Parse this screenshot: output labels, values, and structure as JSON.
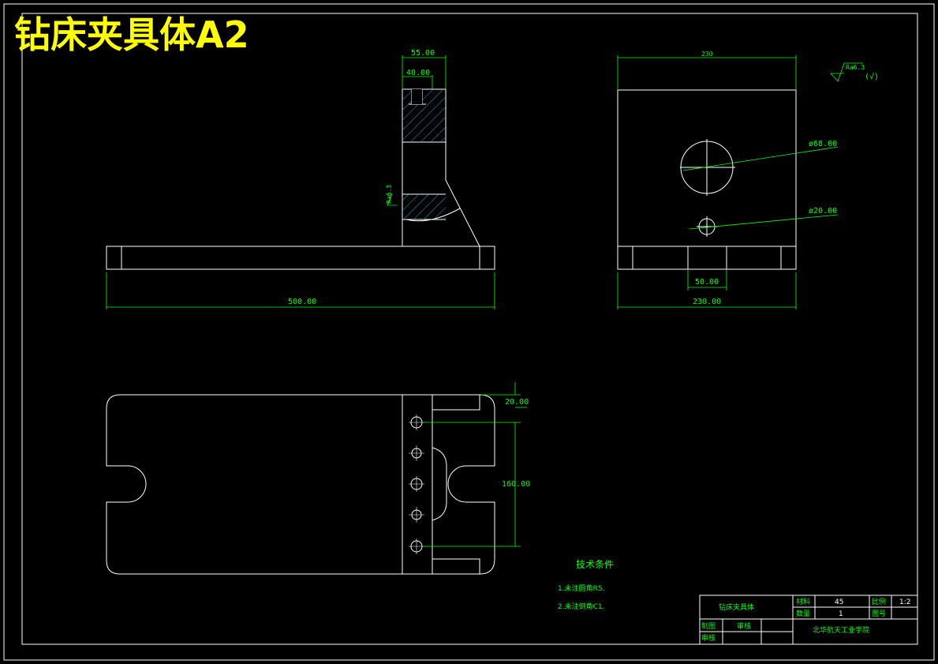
{
  "title": "钻床夹具体A2",
  "colors": {
    "background": "#000000",
    "outline": "#ffffff",
    "dimension": "#00ff00",
    "hatch": "#00bfff",
    "title": "#ffff00"
  },
  "dimensions": {
    "front_top_outer": "55.00",
    "front_top_inner": "40.00",
    "front_length": "500.00",
    "side_top": "230",
    "side_bottom": "230.00",
    "side_slot": "50.00",
    "hole_large": "ø68.00",
    "hole_small": "ø20.00",
    "plan_offset": "20.00",
    "plan_span": "160.00",
    "roughness_right": "Ra6.3",
    "roughness_front": "Ra6.3",
    "roughness_rest": "(√)"
  },
  "notes": {
    "heading": "技术条件",
    "item1": "1.未注圆角R5.",
    "item2": "2.未注倒角C1."
  },
  "title_block": {
    "part_name": "钻床夹具体",
    "material_label": "材料",
    "material_value": "45",
    "scale_label": "比例",
    "scale_value": "1:2",
    "qty_label": "数量",
    "qty_value": "1",
    "drawing_no_label": "图号",
    "designer_label": "制图",
    "checker_label": "审核",
    "reviewer_label": "审核",
    "school": "北华航天工业学院"
  }
}
